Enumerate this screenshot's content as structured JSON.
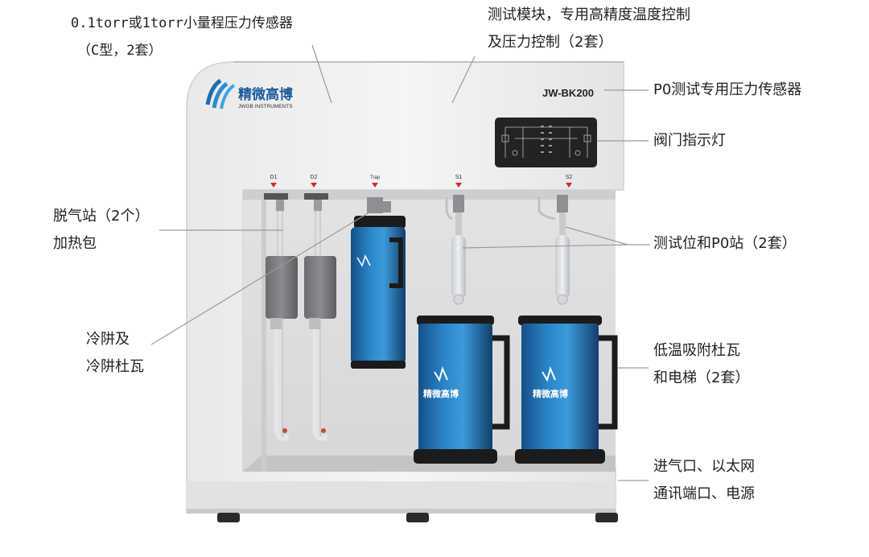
{
  "device": {
    "brand_cn": "精微高博",
    "brand_en": "JWGB INSTRUMENTS",
    "model": "JW-BK200",
    "station_labels": [
      "D1",
      "D2",
      "Trap",
      "S1",
      "S2"
    ],
    "accent_color": "#d8262a",
    "dewar_color": "#1f6fb4"
  },
  "annotations": {
    "sensor_small": [
      "0.1torr或1torr小量程压力传感器",
      "（C型，2套）"
    ],
    "test_module": [
      "测试模块，专用高精度温度控制",
      "及压力控制（2套）"
    ],
    "p0_sensor": "P0测试专用压力传感器",
    "valve_indicator": "阀门指示灯",
    "degas_station": [
      "脱气站（2个）",
      "加热包"
    ],
    "test_station": "测试位和P0站（2套）",
    "cold_trap": [
      "冷阱及",
      "冷阱杜瓦"
    ],
    "dewar_elevator": [
      "低温吸附杜瓦",
      "和电梯（2套）"
    ],
    "ports": [
      "进气口、以太网",
      "通讯端口、电源"
    ]
  }
}
